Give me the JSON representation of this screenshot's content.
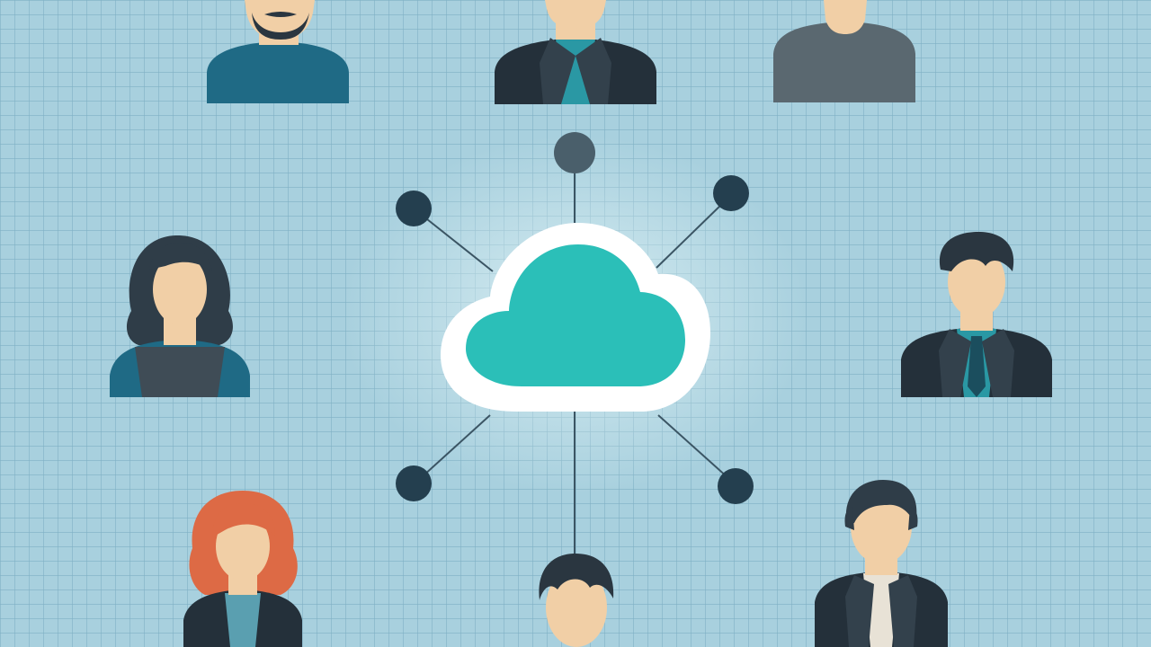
{
  "scene": {
    "subject": "cloud-network-illustration",
    "colors": {
      "background": "#a8d0de",
      "grid_line": "#7fb0c4",
      "cloud_fill": "#2bbfb8",
      "cloud_outline": "#ffffff",
      "connector": "#3b5564",
      "node": "#243f4f",
      "node_top": "#4a5f6b",
      "skin": "#f1cfa6",
      "dark_hair": "#2a3640",
      "red_hair": "#dd6a45",
      "shirt_teal": "#1f6a85",
      "shirt_gray": "#5a6870",
      "suit_dark": "#24303a",
      "tie_teal": "#2a98a4"
    },
    "people": [
      {
        "id": "man-beard-top-left",
        "icon": "bearded-man-icon"
      },
      {
        "id": "man-suit-top-center",
        "icon": "businessman-icon"
      },
      {
        "id": "person-gray-top-right",
        "icon": "person-icon"
      },
      {
        "id": "woman-left",
        "icon": "woman-icon"
      },
      {
        "id": "man-suit-right",
        "icon": "businessman-icon"
      },
      {
        "id": "woman-red-hair-bottom-left",
        "icon": "woman-icon"
      },
      {
        "id": "man-bottom-center",
        "icon": "man-icon"
      },
      {
        "id": "man-suit-bottom-right",
        "icon": "businessman-icon"
      }
    ],
    "nodes": [
      {
        "id": "node-top"
      },
      {
        "id": "node-upper-left"
      },
      {
        "id": "node-upper-right"
      },
      {
        "id": "node-lower-left"
      },
      {
        "id": "node-lower-right"
      }
    ]
  }
}
